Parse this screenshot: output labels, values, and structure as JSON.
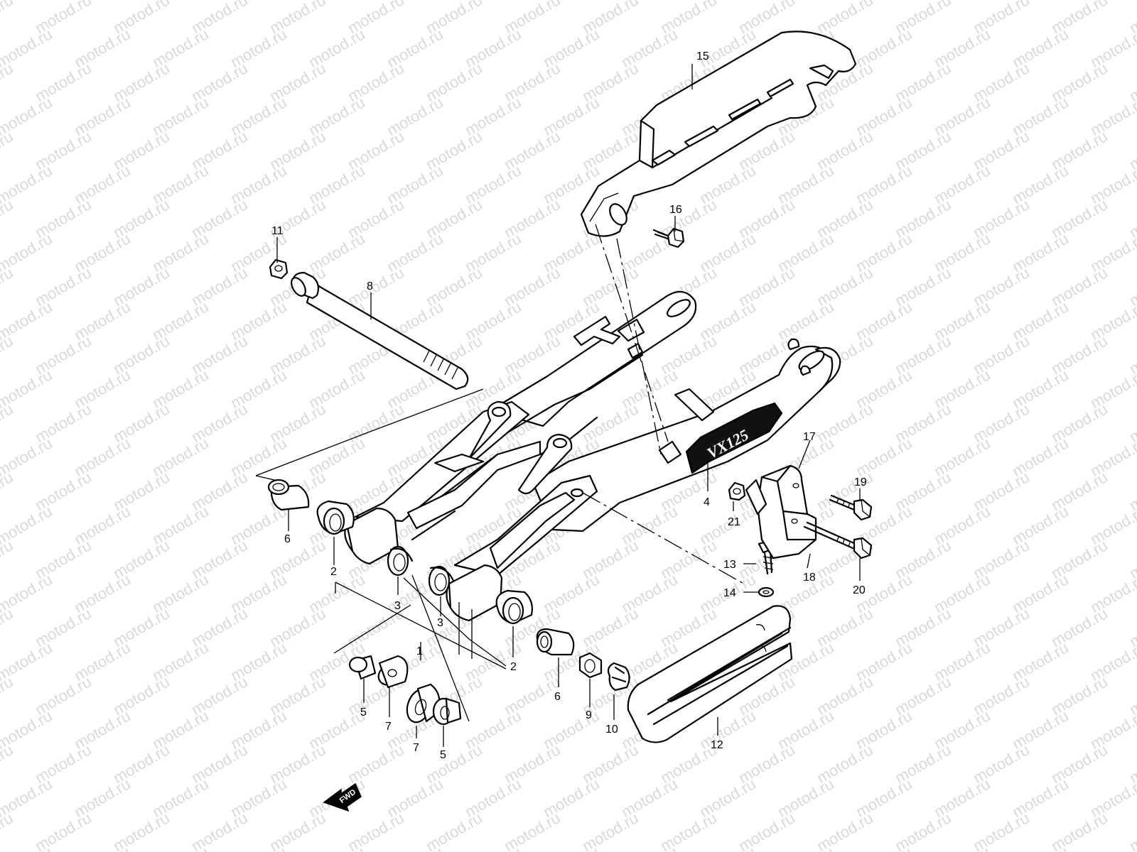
{
  "diagram": {
    "watermark": "motod.ru",
    "direction_tag": "FWD",
    "swingarm_emblem": "VX125",
    "callouts": [
      {
        "id": "c1",
        "label": "1"
      },
      {
        "id": "c2a",
        "label": "2"
      },
      {
        "id": "c2b",
        "label": "2"
      },
      {
        "id": "c3a",
        "label": "3"
      },
      {
        "id": "c3b",
        "label": "3"
      },
      {
        "id": "c4",
        "label": "4"
      },
      {
        "id": "c5a",
        "label": "5"
      },
      {
        "id": "c5b",
        "label": "5"
      },
      {
        "id": "c6a",
        "label": "6"
      },
      {
        "id": "c6b",
        "label": "6"
      },
      {
        "id": "c7a",
        "label": "7"
      },
      {
        "id": "c7b",
        "label": "7"
      },
      {
        "id": "c8",
        "label": "8"
      },
      {
        "id": "c9",
        "label": "9"
      },
      {
        "id": "c10",
        "label": "10"
      },
      {
        "id": "c11",
        "label": "11"
      },
      {
        "id": "c12",
        "label": "12"
      },
      {
        "id": "c13",
        "label": "13"
      },
      {
        "id": "c14",
        "label": "14"
      },
      {
        "id": "c15",
        "label": "15"
      },
      {
        "id": "c16",
        "label": "16"
      },
      {
        "id": "c17",
        "label": "17"
      },
      {
        "id": "c18",
        "label": "18"
      },
      {
        "id": "c19",
        "label": "19"
      },
      {
        "id": "c20",
        "label": "20"
      },
      {
        "id": "c21",
        "label": "21"
      }
    ]
  }
}
